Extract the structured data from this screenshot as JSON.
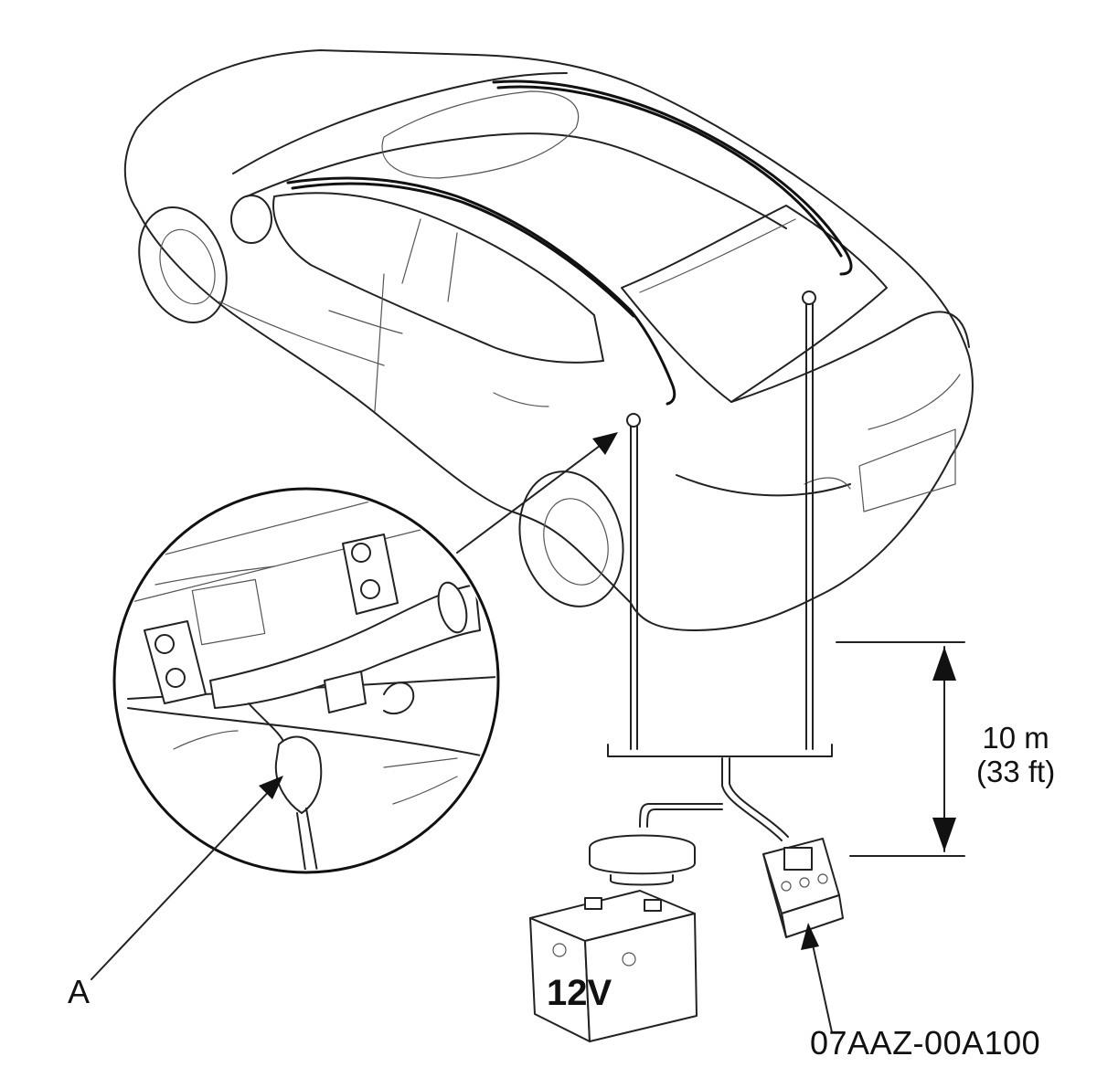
{
  "labels": {
    "callout_a": "A",
    "distance_metric": "10 m",
    "distance_imperial": "(33 ft)",
    "tool_number": "07AAZ-00A100",
    "battery_voltage": "12V"
  },
  "colors": {
    "line": "#222222",
    "background": "#ffffff"
  }
}
